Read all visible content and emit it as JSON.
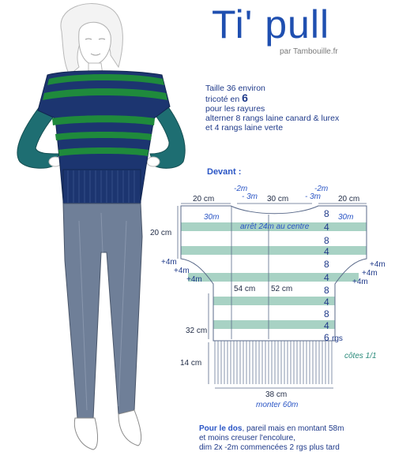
{
  "title": "Ti' pull",
  "subtitle": "par Tambouille.fr",
  "info": {
    "line1": "Taille 36 environ",
    "line2_prefix": "tricoté en",
    "line2_number": "6",
    "line3": "pour les rayures",
    "line4": "alterner 8 rangs laine canard & lurex",
    "line5": "et 4 rangs laine verte"
  },
  "section_title": "Devant :",
  "schematic": {
    "top_left_width": "20 cm",
    "top_center_width": "30 cm",
    "top_right_width": "20 cm",
    "dec_left_a": "-2m",
    "dec_left_b": "- 3m",
    "dec_right_a": "-2m",
    "dec_right_b": "- 3m",
    "stitches_left": "30m",
    "stitches_right": "30m",
    "stop_note": "arrêt 24m au centre",
    "sleeve_height": "20 cm",
    "inc_left_1": "+4m",
    "inc_left_2": "+4m",
    "inc_left_3": "+4m",
    "inc_right_1": "+4m",
    "inc_right_2": "+4m",
    "inc_right_3": "+4m",
    "height_left": "54 cm",
    "height_center": "52 cm",
    "body_height": "32 cm",
    "rib_height": "14 cm",
    "bottom_width": "38 cm",
    "cast_on": "monter 60m",
    "rib_label": "côtes 1/1",
    "rows": [
      "8",
      "4",
      "8",
      "4",
      "8",
      "4",
      "8",
      "4",
      "8",
      "4"
    ],
    "last_row": "6",
    "rows_unit": "rgs"
  },
  "footer": {
    "bold": "Pour le dos",
    "line1_rest": ", pareil mais en montant 58m",
    "line2": "et moins creuser l'encolure,",
    "line3": "dim 2x -2m commencées 2 rgs plus tard"
  },
  "colors": {
    "title": "#1f4fb0",
    "navy_stripe": "#1c3570",
    "green_stripe": "#1f8a3c",
    "teal_sleeve": "#1e6e72",
    "jeans": "#6f7f98",
    "schematic_stripe": "#a8d2c4"
  }
}
